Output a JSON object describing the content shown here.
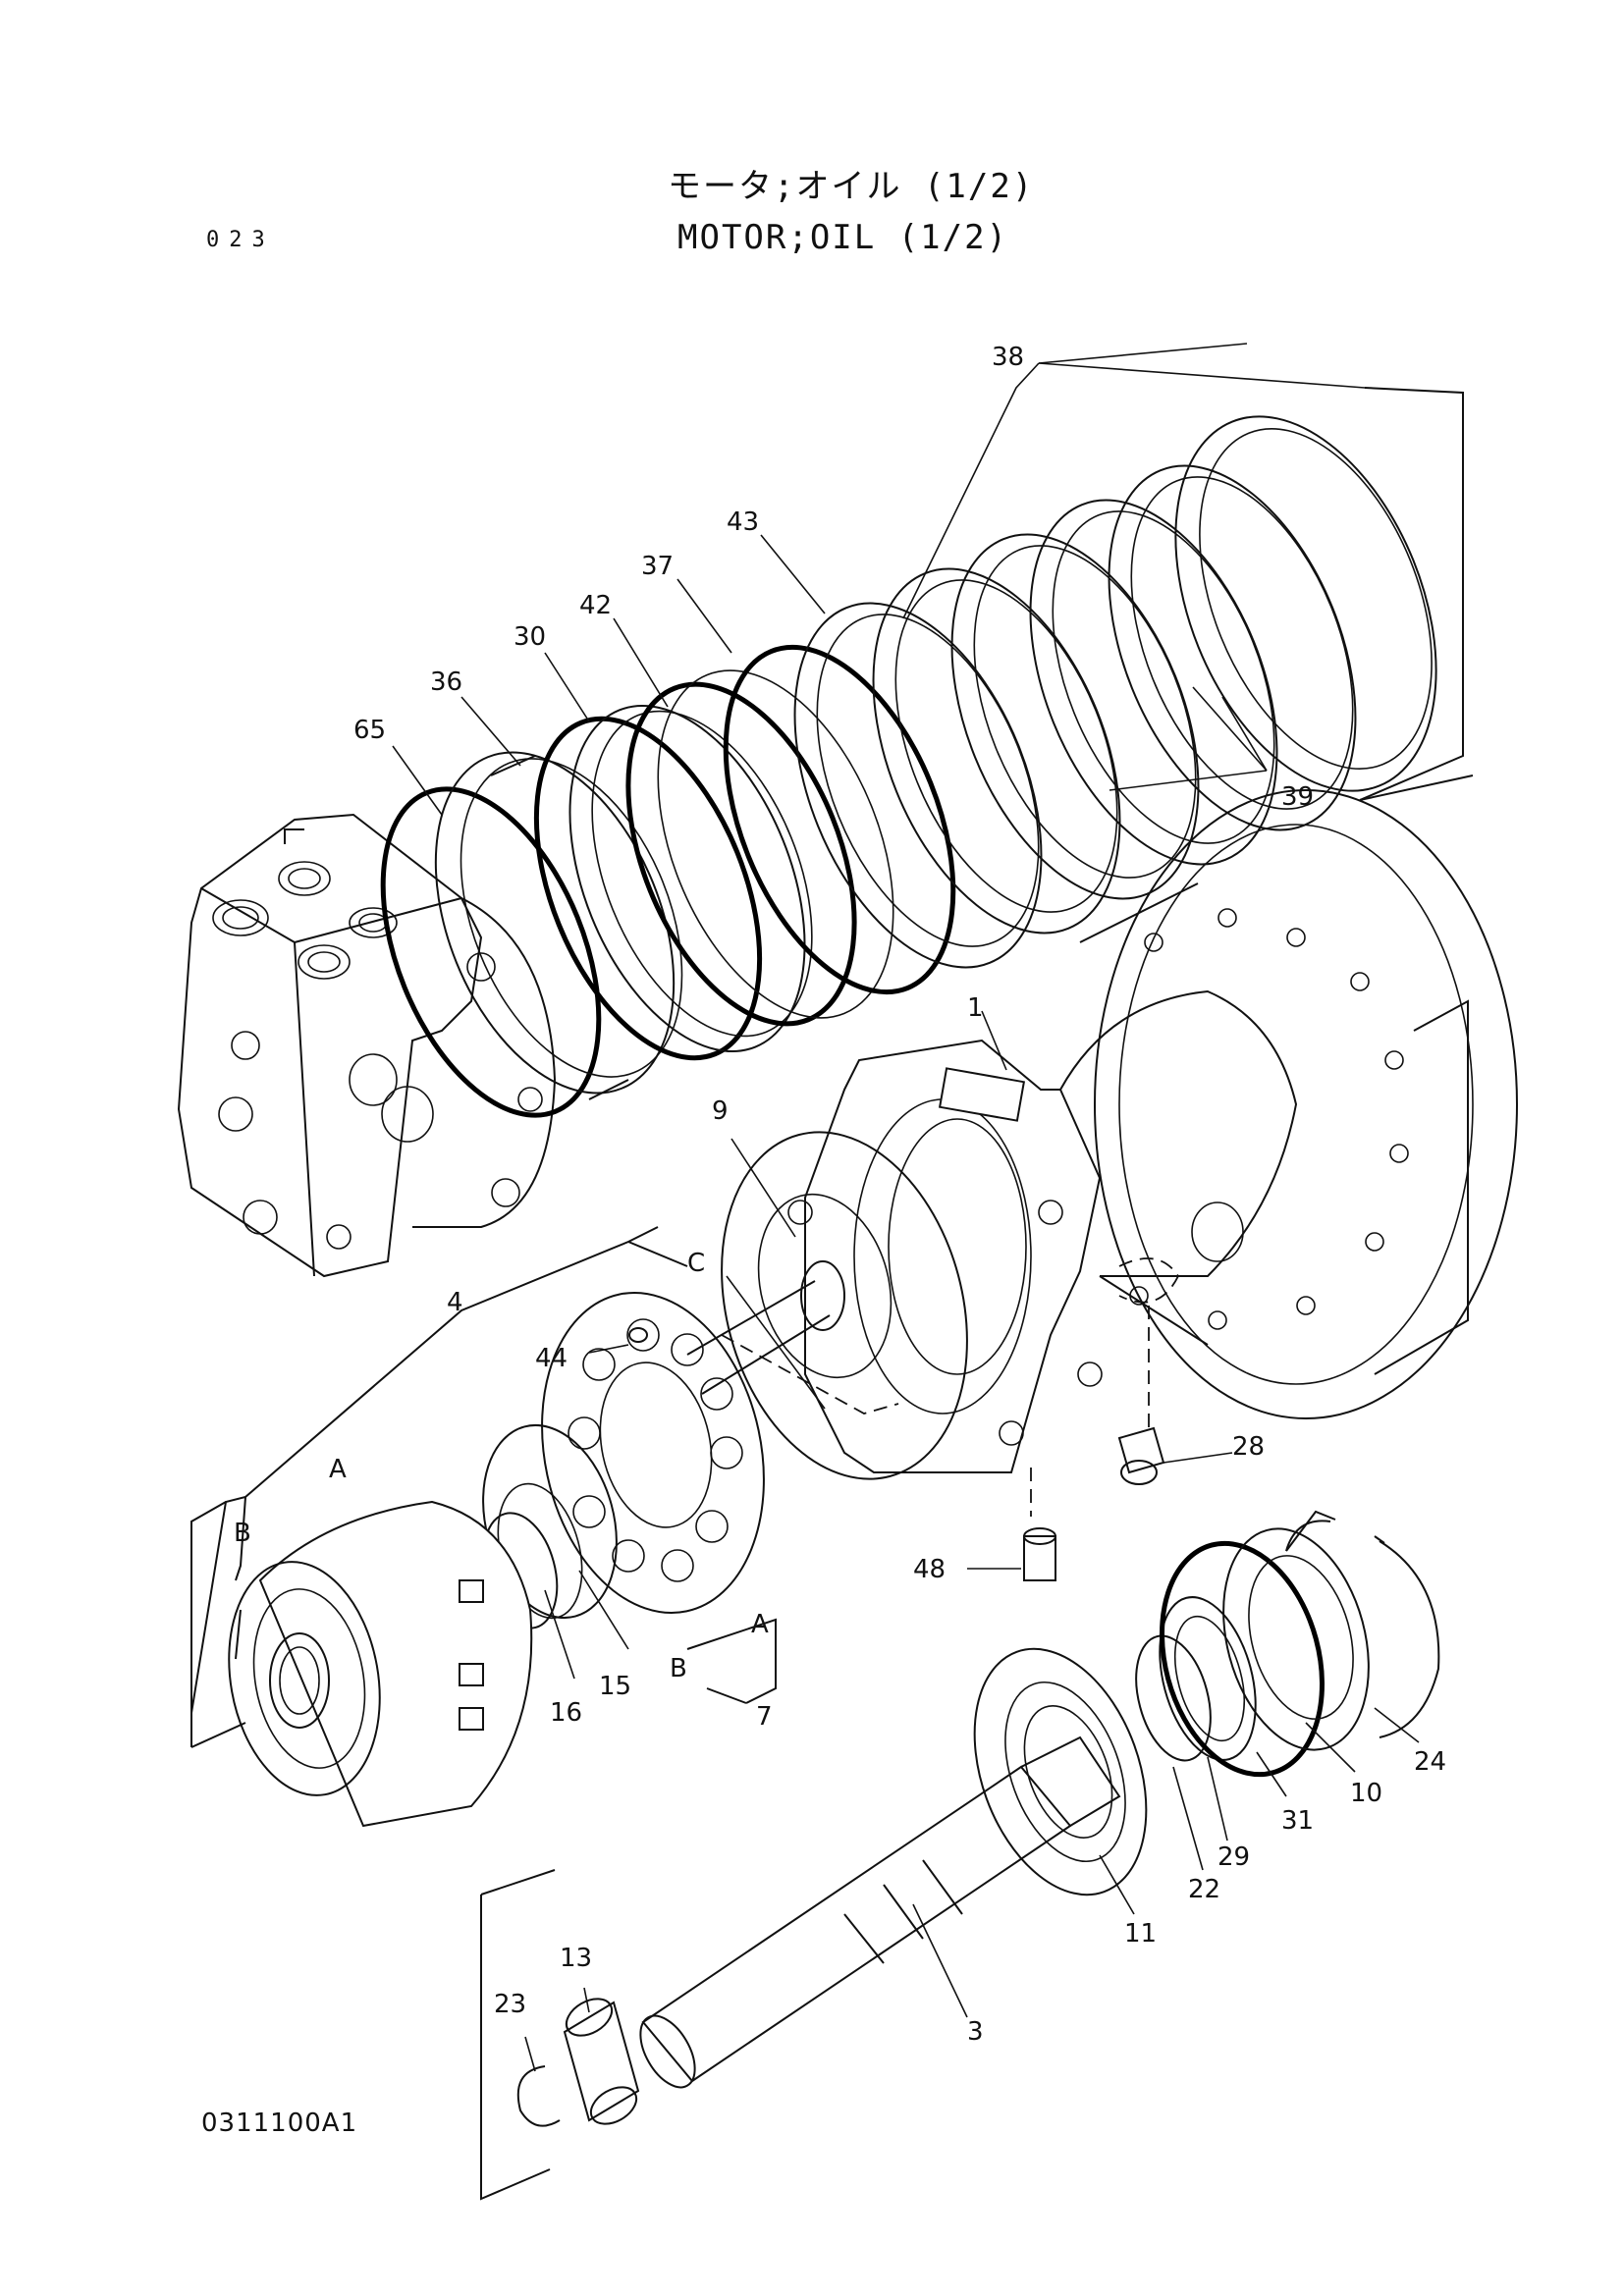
{
  "header": {
    "title_jp": "モータ;オイル (1/2)",
    "title_en": "MOTOR;OIL (1/2)",
    "page_number": "023"
  },
  "footer": {
    "drawing_number": "0311100A1"
  },
  "callouts": {
    "p1": "1",
    "p3": "3",
    "p4": "4",
    "p7": "7",
    "p9": "9",
    "p10": "10",
    "p11": "11",
    "p13": "13",
    "p15": "15",
    "p16": "16",
    "p22": "22",
    "p23": "23",
    "p24": "24",
    "p28": "28",
    "p29": "29",
    "p30": "30",
    "p31": "31",
    "p36": "36",
    "p37": "37",
    "p38": "38",
    "p39": "39",
    "p42": "42",
    "p43": "43",
    "p44": "44",
    "p48": "48",
    "p65": "65",
    "refA1": "A",
    "refB1": "B",
    "refA2": "A",
    "refB2": "B",
    "refC": "C"
  }
}
